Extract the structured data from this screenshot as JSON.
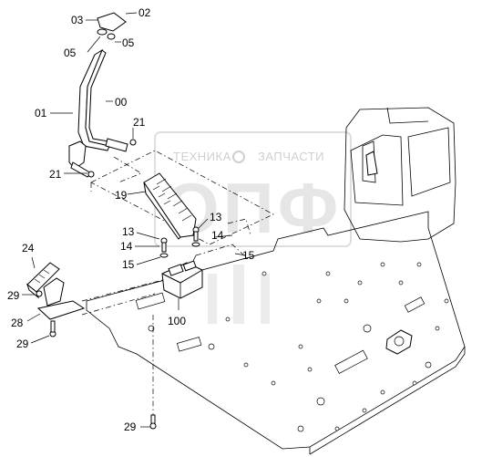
{
  "watermark": {
    "text_left": "ТЕХНИКА",
    "text_right": "ЗАПЧАСТИ",
    "letters": "ОПФ",
    "color": "#d6d6d6"
  },
  "callouts": {
    "c03": "03",
    "c02": "02",
    "c05a": "05",
    "c05b": "05",
    "c00": "00",
    "c01": "01",
    "c21a": "21",
    "c21b": "21",
    "c19": "19",
    "c13a": "13",
    "c13b": "13",
    "c14a": "14",
    "c14b": "14",
    "c15a": "15",
    "c15b": "15",
    "c24": "24",
    "c29a": "29",
    "c28": "28",
    "c29b": "29",
    "c100": "100",
    "c29c": "29"
  }
}
